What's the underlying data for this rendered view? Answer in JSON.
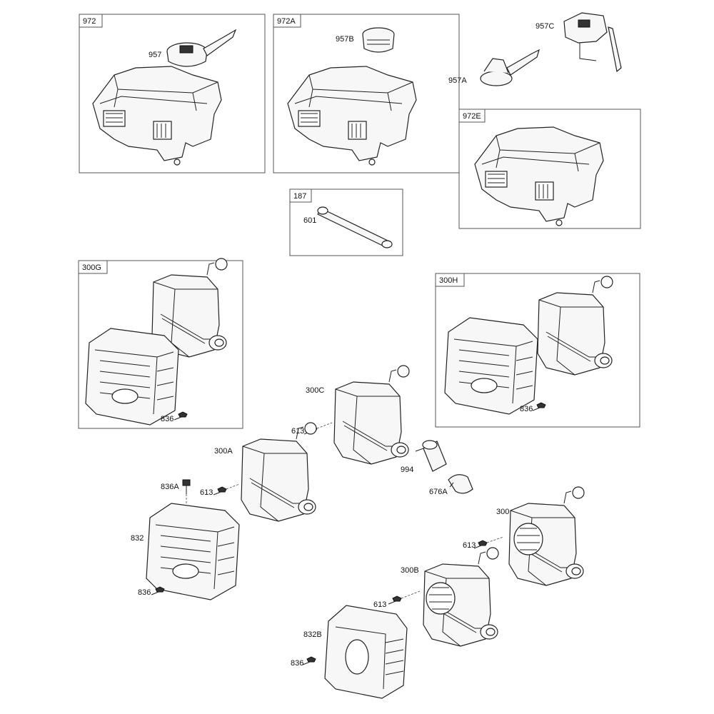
{
  "boxes": {
    "b972": "972",
    "b972A": "972A",
    "b972E": "972E",
    "b187": "187",
    "b300G": "300G",
    "b300H": "300H"
  },
  "labels": {
    "l957": "957",
    "l957B": "957B",
    "l957C": "957C",
    "l957A": "957A",
    "l601": "601",
    "l836_g": "836",
    "l836_h": "836",
    "l300C": "300C",
    "l613_c": "613",
    "l300A": "300A",
    "l613_a": "613",
    "l836A": "836A",
    "l994": "994",
    "l676A": "676A",
    "l300": "300",
    "l613_0": "613",
    "l832": "832",
    "l836_832": "836",
    "l300B": "300B",
    "l613_b": "613",
    "l832B": "832B",
    "l836_832b": "836"
  }
}
